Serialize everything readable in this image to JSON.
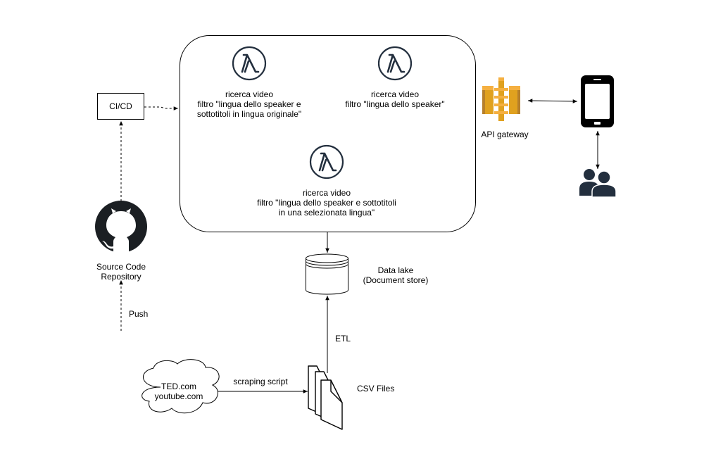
{
  "colors": {
    "stroke": "#000000",
    "background": "#ffffff",
    "lambda": "#232f3e",
    "api_gateway_light": "#f5b041",
    "api_gateway_mid": "#e0a11f",
    "api_gateway_dark": "#b7802b",
    "github": "#1b1f23",
    "users": "#232f3e"
  },
  "icons": {
    "lambda": "lambda-icon",
    "api_gateway": "api-gateway-icon",
    "github": "github-icon",
    "phone": "mobile-phone-icon",
    "users": "users-icon",
    "database": "database-icon",
    "documents": "documents-icon",
    "cloud": "cloud-shape"
  },
  "nodes": {
    "cicd": {
      "label": "CI/CD"
    },
    "lambda_1": {
      "line1": "ricerca video",
      "line2": "filtro \"lingua dello speaker e",
      "line3": "sottotitoli in lingua originale\""
    },
    "lambda_2": {
      "line1": "ricerca video",
      "line2": "filtro \"lingua dello speaker\""
    },
    "lambda_3": {
      "line1": "ricerca video",
      "line2": "filtro \"lingua dello speaker e sottotitoli",
      "line3": "in una selezionata lingua\""
    },
    "api_gateway": {
      "label": "API gateway"
    },
    "repository": {
      "line1": "Source Code",
      "line2": "Repository"
    },
    "data_lake": {
      "line1": "Data lake",
      "line2": "(Document store)"
    },
    "sources": {
      "line1": "TED.com",
      "line2": "youtube.com"
    },
    "csv": {
      "label": "CSV Files"
    }
  },
  "edges": {
    "push": {
      "label": "Push"
    },
    "etl": {
      "label": "ETL"
    },
    "scraping": {
      "label": "scraping script"
    }
  }
}
